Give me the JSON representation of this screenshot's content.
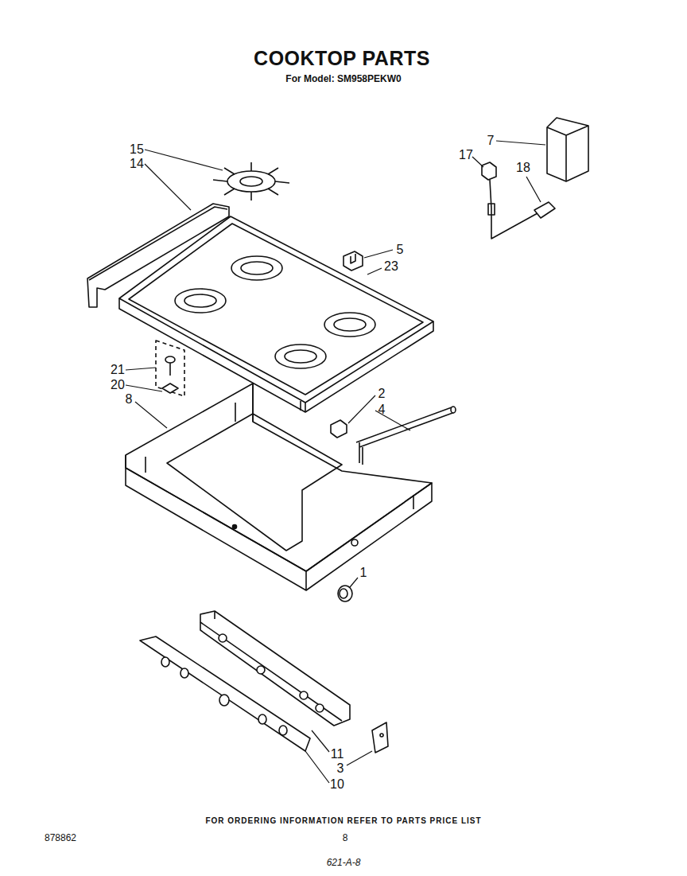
{
  "diagram": {
    "title": "COOKTOP PARTS",
    "labels": [
      "For Model: SM958PEKW0",
      "15",
      "14",
      "7",
      "17",
      "18",
      "5",
      "23",
      "21",
      "20",
      "8",
      "2",
      "4",
      "1",
      "11",
      "3",
      "10",
      "FOR ORDERING INFORMATION REFER TO PARTS PRICE LIST",
      "878862",
      "8",
      "621-A-8"
    ]
  }
}
